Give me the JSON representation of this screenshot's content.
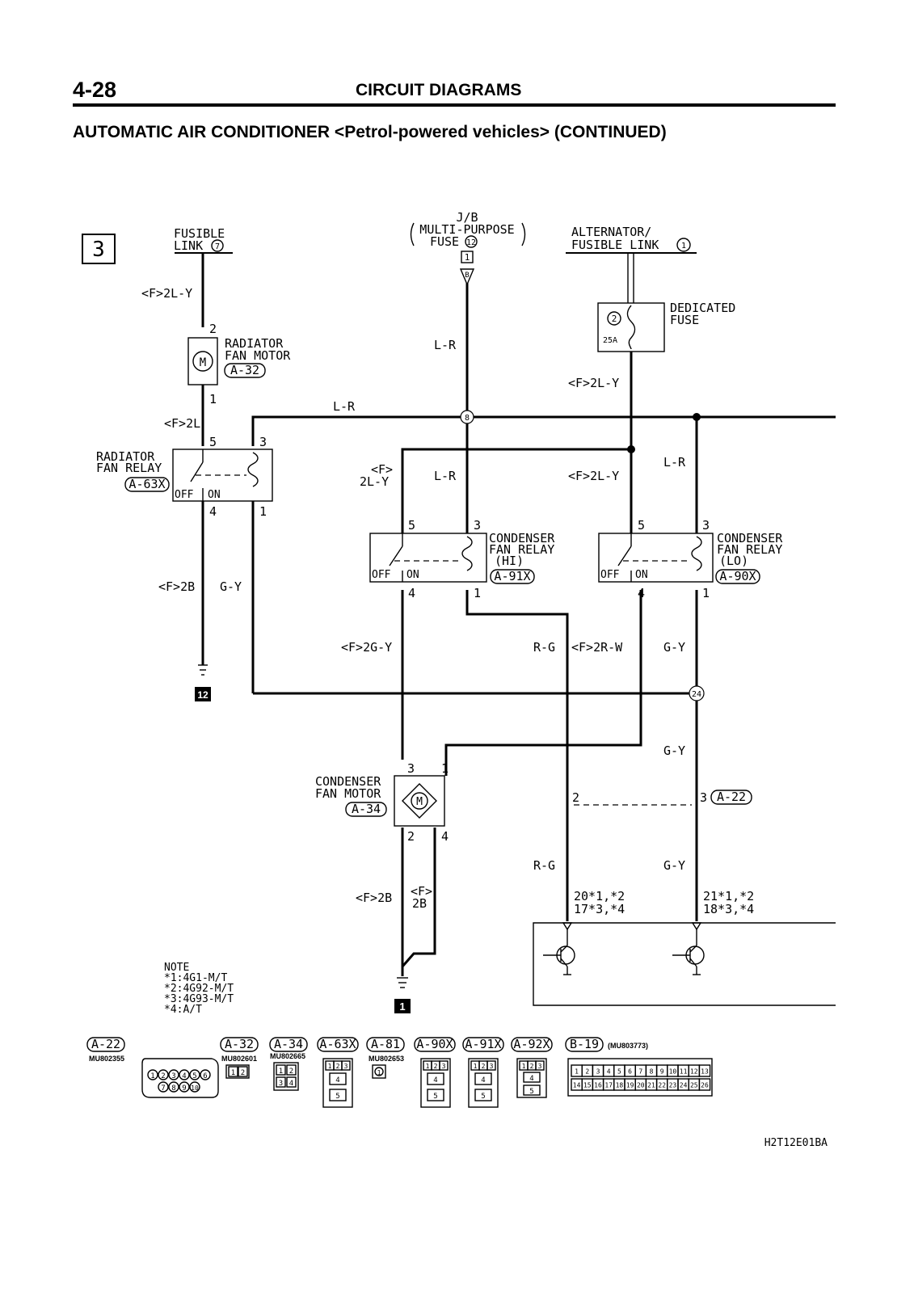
{
  "header": {
    "page_number": "4-28",
    "section_title": "CIRCUIT DIAGRAMS",
    "diagram_title": "AUTOMATIC AIR CONDITIONER <Petrol-powered vehicles> (CONTINUED)"
  },
  "sheet_number": "3",
  "sources": {
    "fusible_link_7": {
      "line1": "FUSIBLE",
      "line2": "LINK",
      "num": "7"
    },
    "jb_fuse": {
      "line1": "J/B",
      "line2": "MULTI-PURPOSE",
      "line3": "FUSE",
      "num": "12",
      "box": "1",
      "tag": "B"
    },
    "alternator": {
      "line1": "ALTERNATOR/",
      "line2": "FUSIBLE LINK",
      "num": "1"
    },
    "dedicated_fuse": {
      "line1": "DEDICATED",
      "line2": "FUSE",
      "num": "2",
      "rating": "25A"
    }
  },
  "components": {
    "radiator_fan_motor": {
      "line1": "RADIATOR",
      "line2": "FAN MOTOR",
      "conn": "A-32",
      "motor": "M",
      "pin_top": "2",
      "pin_bottom": "1"
    },
    "radiator_fan_relay": {
      "line1": "RADIATOR",
      "line2": "FAN RELAY",
      "conn": "A-63X",
      "off": "OFF",
      "on": "ON",
      "p5": "5",
      "p3": "3",
      "p4": "4",
      "p1": "1"
    },
    "cond_relay_hi": {
      "line1": "CONDENSER",
      "line2": "FAN RELAY",
      "line3": "(HI)",
      "conn": "A-91X",
      "off": "OFF",
      "on": "ON",
      "p5": "5",
      "p3": "3",
      "p4": "4",
      "p1": "1"
    },
    "cond_relay_lo": {
      "line1": "CONDENSER",
      "line2": "FAN RELAY",
      "line3": "(LO)",
      "conn": "A-90X",
      "off": "OFF",
      "on": "ON",
      "p5": "5",
      "p3": "3",
      "p4": "4",
      "p1": "1"
    },
    "cond_fan_motor": {
      "line1": "CONDENSER",
      "line2": "FAN MOTOR",
      "conn": "A-34",
      "motor": "M",
      "p3": "3",
      "p1": "1",
      "p2": "2",
      "p4": "4"
    },
    "connector_a22": {
      "pin2": "2",
      "pin3": "3",
      "conn": "A-22"
    }
  },
  "wires": {
    "f_2ly_a": "<F>2L-Y",
    "lr_a": "L-R",
    "lr_b": "L-R",
    "f_2ly_b": "<F>2L-Y",
    "f_2l": "<F>2L",
    "f_2ly_c_top": "<F>",
    "f_2ly_c_bot": "2L-Y",
    "lr_c": "L-R",
    "f_2ly_d": "<F>2L-Y",
    "lr_d": "L-R",
    "f_2b_a": "<F>2B",
    "gy_a": "G-Y",
    "f_2gy": "<F>2G-Y",
    "rg_a": "R-G",
    "f_2rw": "<F>2R-W",
    "gy_b": "G-Y",
    "gy_c": "G-Y",
    "rg_b": "R-G",
    "gy_d": "G-Y",
    "f_2b_b": "<F>2B",
    "f_2b_c_top": "<F>",
    "f_2b_c_bot": "2B"
  },
  "junctions": {
    "j8": "8",
    "j24": "24"
  },
  "grounds": {
    "g12": "12",
    "g1": "1"
  },
  "ecu_pins": {
    "left_line1": "20*1,*2",
    "left_line2": "17*3,*4",
    "right_line1": "21*1,*2",
    "right_line2": "18*3,*4"
  },
  "note": {
    "title": "NOTE",
    "lines": [
      "*1:4G1-M/T",
      "*2:4G92-M/T",
      "*3:4G93-M/T",
      "*4:A/T"
    ]
  },
  "connectors": {
    "labels": [
      "A-22",
      "A-32",
      "A-34",
      "A-63X",
      "A-81",
      "A-90X",
      "A-91X",
      "A-92X",
      "B-19"
    ],
    "part_a22": "MU802355",
    "part_a32": "MU802601",
    "part_a34": "MU802665",
    "part_a81": "MU802653",
    "part_b19": "(MU803773)",
    "a22_pins": [
      "1",
      "2",
      "3",
      "4",
      "5",
      "6",
      "7",
      "8",
      "9",
      "10"
    ],
    "a32_pins": [
      "1",
      "2"
    ],
    "a34_pins": [
      "1",
      "2",
      "3",
      "4"
    ],
    "relay_pins": [
      "1",
      "2",
      "3",
      "4",
      "5"
    ],
    "a81_pins": [
      "1"
    ],
    "b19_row1": [
      "1",
      "2",
      "3",
      "4",
      "5",
      "6",
      "7",
      "8",
      "9",
      "10",
      "11",
      "12",
      "13"
    ],
    "b19_row2": [
      "14",
      "15",
      "16",
      "17",
      "18",
      "19",
      "20",
      "21",
      "22",
      "23",
      "24",
      "25",
      "26"
    ]
  },
  "footer": {
    "code": "H2T12E01BA"
  }
}
